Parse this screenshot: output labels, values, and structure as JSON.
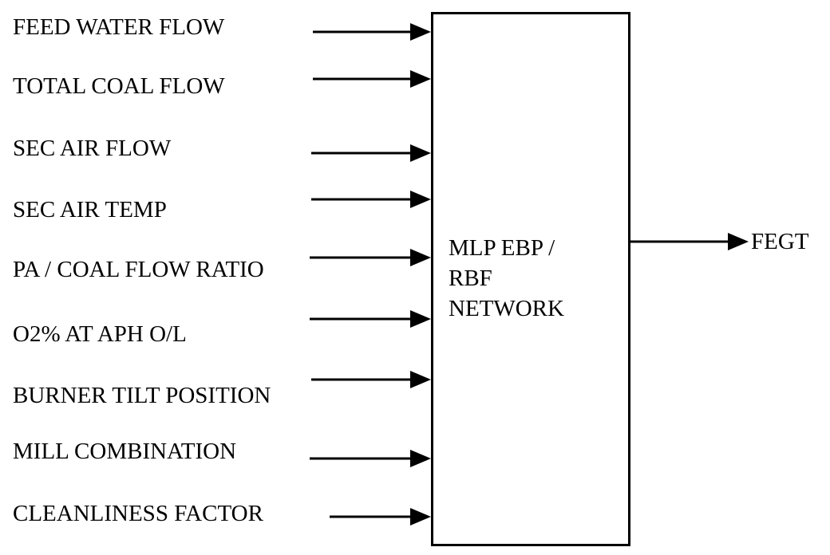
{
  "diagram": {
    "inputs": [
      {
        "label": "FEED WATER FLOW"
      },
      {
        "label": "TOTAL COAL FLOW"
      },
      {
        "label": "SEC AIR FLOW"
      },
      {
        "label": "SEC AIR TEMP"
      },
      {
        "label": "PA / COAL FLOW RATIO"
      },
      {
        "label": "O2% AT APH O/L"
      },
      {
        "label": "BURNER TILT POSITION"
      },
      {
        "label": "MILL COMBINATION"
      },
      {
        "label": "CLEANLINESS FACTOR"
      }
    ],
    "box": {
      "lines": [
        "MLP EBP /",
        "RBF",
        "NETWORK"
      ]
    },
    "output": {
      "label": "FEGT"
    },
    "colors": {
      "stroke": "#000000",
      "background": "#ffffff"
    }
  }
}
